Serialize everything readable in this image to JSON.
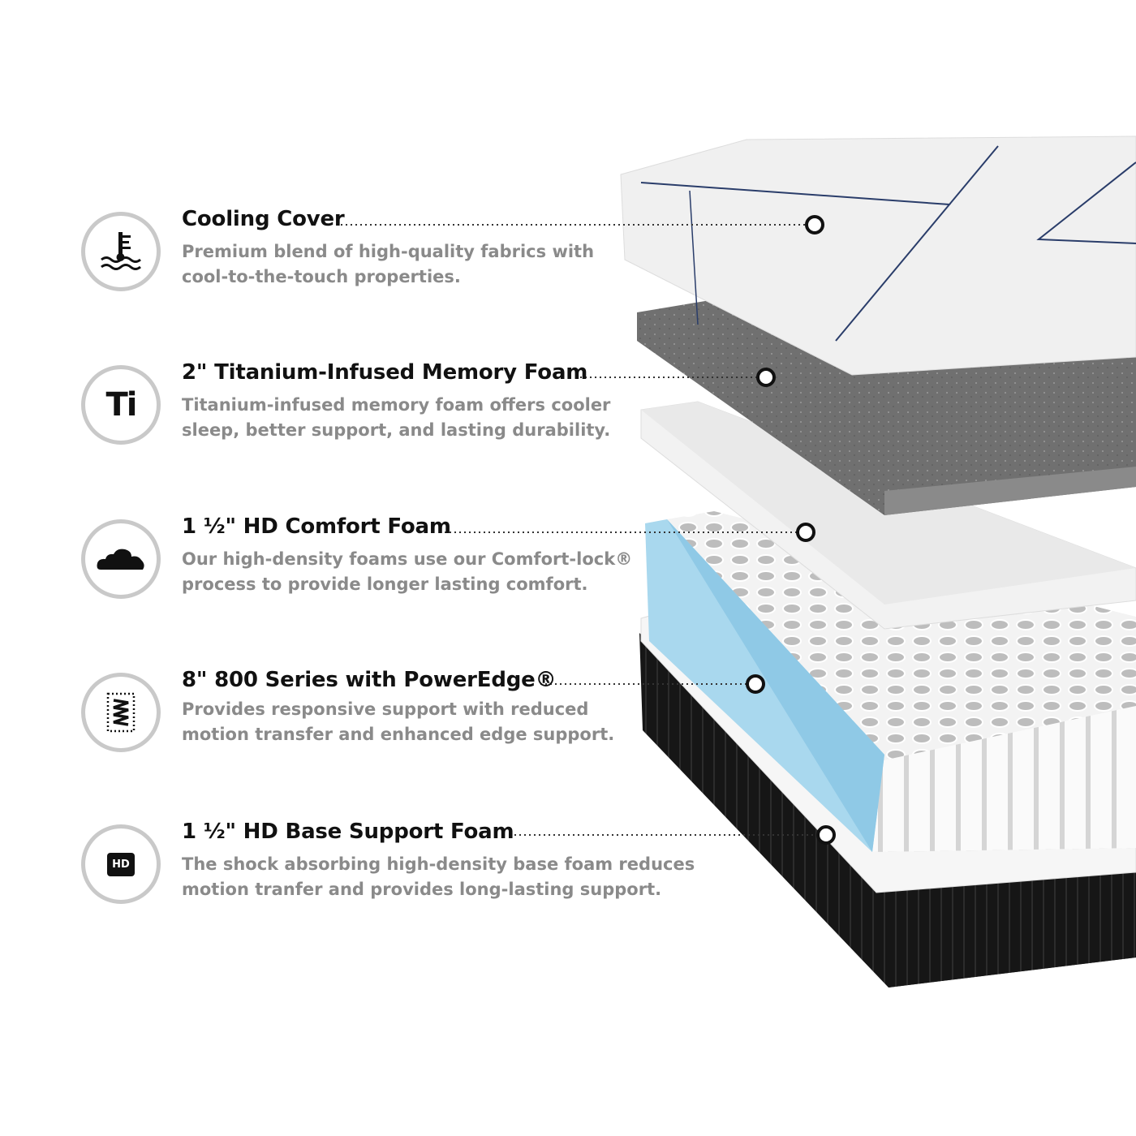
{
  "features": [
    {
      "title": "Cooling Cover",
      "icon": "thermometer-water-icon",
      "desc": [
        "Premium blend of high-quality fabrics with",
        "cool-to-the-touch properties."
      ]
    },
    {
      "title": "2\" Titanium-Infused Memory Foam",
      "icon": "titanium-icon",
      "icon_text": "Ti",
      "desc": [
        "Titanium-infused memory foam offers cooler",
        "sleep, better support, and lasting durability."
      ]
    },
    {
      "title": "1 ½\" HD Comfort Foam",
      "icon": "cloud-icon",
      "desc": [
        "Our high-density foams use our Comfort-lock®",
        "process to provide longer lasting comfort."
      ]
    },
    {
      "title": "8\" 800 Series with PowerEdge®",
      "icon": "coil-spring-icon",
      "desc": [
        "Provides responsive support with reduced",
        "motion transfer and enhanced edge support."
      ]
    },
    {
      "title": "1 ½\" HD Base Support Foam",
      "icon": "hd-badge-icon",
      "icon_text": "HD",
      "desc": [
        "The shock absorbing high-density base foam reduces",
        "motion tranfer and provides long-lasting support."
      ]
    }
  ],
  "colors": {
    "title": "#111111",
    "desc": "#8a8a8a",
    "ring": "#c9c9c9",
    "edge_foam": "#a9d8ee",
    "base": "#151515",
    "memory_foam": "#6e6e6e"
  }
}
